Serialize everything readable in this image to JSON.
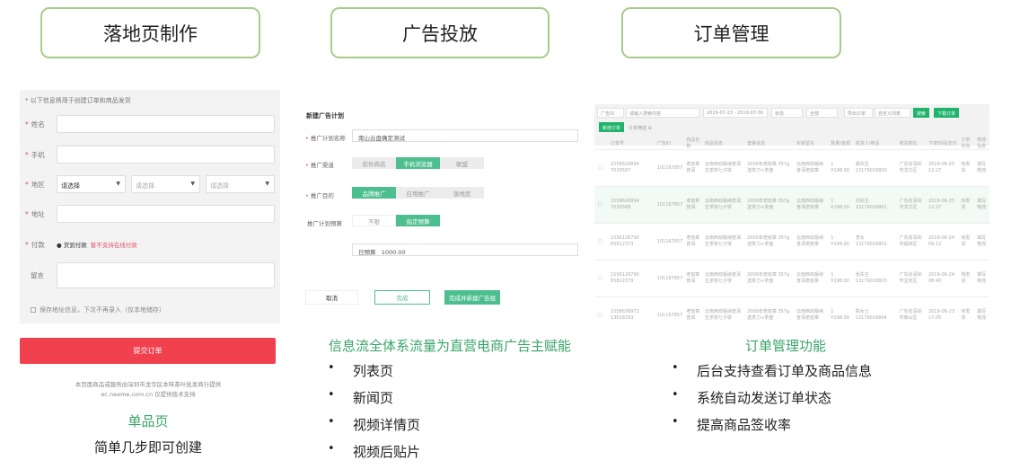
{
  "headers": [
    "落地页制作",
    "广告投放",
    "订单管理"
  ],
  "landing": {
    "note": "* 以下信息将用于创建订单和商品发货",
    "fields": [
      {
        "label": "姓名",
        "required": true
      },
      {
        "label": "手机",
        "required": true
      },
      {
        "label": "地区",
        "required": true
      },
      {
        "label": "地址",
        "required": true
      }
    ],
    "region_selects": [
      "请选择",
      "请选择",
      "请选择"
    ],
    "payment_label": "付款",
    "payment_option": "● 货到付款",
    "payment_link": "暂不支持在线付款",
    "message_label": "留言",
    "save_checkbox": "保存地址信息，下次不再录入（仅本地储存）",
    "submit": "提交订单",
    "footer_line1": "本页面商品或服务由深圳市龙华区本味茶叶批发商行提供",
    "footer_line2": "ec.neeme.com.cn 仅提供技术支持",
    "caption_green": "单品页",
    "caption_dark": "简单几步即可创建"
  },
  "ad": {
    "title": "新建广告计划",
    "plan_name_label": "推广计划名称",
    "plan_name_value": "南山云盘确定测试",
    "channel_label": "推广渠道",
    "channels": [
      "软件商店",
      "手机浏览器",
      "联盟"
    ],
    "channel_active": 1,
    "goal_label": "推广目的",
    "goals": [
      "品牌推广",
      "应用推广",
      "落地页"
    ],
    "goal_active": 0,
    "budget_label": "推广计划预算",
    "budget_options": [
      "不限",
      "指定预算"
    ],
    "budget_active": 1,
    "daily_budget_label": "日预算",
    "daily_budget_value": "1000.00",
    "buttons": [
      "取消",
      "完成",
      "完成并新建广告组"
    ],
    "caption_green": "信息流全体系流量为直营电商广告主赋能",
    "bullets": [
      "列表页",
      "新闻页",
      "视频详情页",
      "视频后贴片"
    ]
  },
  "orders": {
    "filters": {
      "type": "广告ID",
      "search_placeholder": "请输入搜索内容",
      "date_range": "2019-07-23 - 2019-07-30",
      "status1": "状态",
      "status2": "全部",
      "btn1": "导出订单",
      "btn2": "自定义列表",
      "search": "搜索",
      "export": "下载订单"
    },
    "new_button": "新增订单",
    "filter_link": "订单筛选 ⊕",
    "columns": [
      "订单号",
      "广告ID",
      "商品名称",
      "商品信息",
      "套餐信息",
      "买家留言",
      "数量/金额",
      "收货人/电话",
      "收货地址",
      "下单时间/支付",
      "订单状态",
      "物流信息"
    ],
    "rows": [
      [
        "1558626894 7030587",
        "101167857",
        "老班章普洱",
        "云南西双版纳普洱生茶饼七子饼",
        "2009年老班章 357g 送茶刀+茶盘",
        "云南西双版纳普洱老班章",
        "1 ¥198.00",
        "谢先生 13179018800",
        "广东省深圳市龙华区",
        "2019-06-25 12:27",
        "待发货",
        "填写物流"
      ],
      [
        "1558626894 7030588",
        "101167857",
        "老班章普洱",
        "云南西双版纳普洱生茶饼七子饼",
        "2009年老班章 357g 送茶刀+茶盘",
        "云南西双版纳普洱老班章",
        "1 ¥198.00",
        "刘先生 13179018801",
        "广东省深圳市龙华区",
        "2019-06-25 12:27",
        "待发货",
        "填写物流"
      ],
      [
        "1556126790 65812373",
        "101167857",
        "老班章普洱",
        "云南西双版纳普洱生茶饼七子饼",
        "2009年老班章 357g 送茶刀+茶盘",
        "云南西双版纳普洱老班章",
        "1 ¥198.00",
        "李女 13179018802",
        "广东省深圳市福田区",
        "2019-06-24 09:12",
        "待发货",
        "填写物流"
      ],
      [
        "1556126790 65812379",
        "101167857",
        "老班章普洱",
        "云南西双版纳普洱生茶饼七子饼",
        "2009年老班章 357g 送茶刀+茶盘",
        "云南西双版纳普洱老班章",
        "1 ¥198.00",
        "张先生 13179018803",
        "广东省深圳市宝安区",
        "2019-06-24 08:40",
        "待发货",
        "填写物流"
      ],
      [
        "1558638972 13018293",
        "101167857",
        "老班章普洱",
        "云南西双版纳普洱生茶饼七子饼",
        "2009年老班章 357g 送茶刀+茶盘",
        "云南西双版纳普洱老班章",
        "1 ¥198.00",
        "陈女士 13179018804",
        "广东省深圳市南山区",
        "2019-06-23 17:05",
        "待发货",
        "填写物流"
      ]
    ],
    "caption_green": "订单管理功能",
    "bullets": [
      "后台支持查看订单及商品信息",
      "系统自动发送订单状态",
      "提高商品签收率"
    ]
  }
}
